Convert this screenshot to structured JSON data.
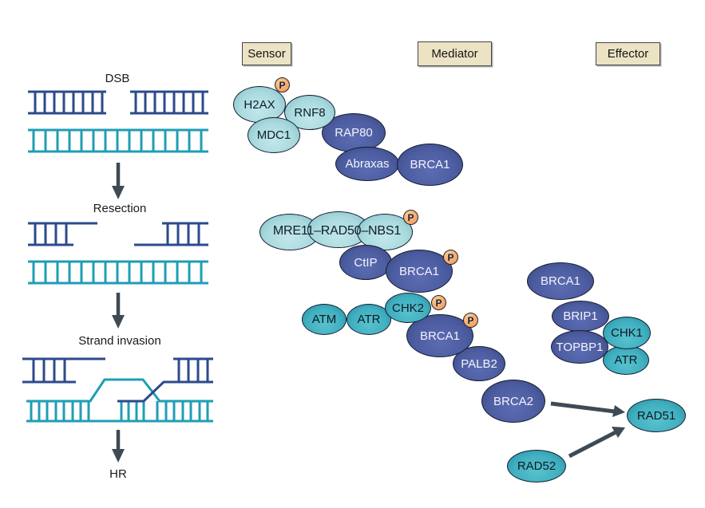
{
  "headers": {
    "sensor": "Sensor",
    "mediator": "Mediator",
    "effector": "Effector"
  },
  "steps": {
    "dsb": "DSB",
    "resection": "Resection",
    "strand_invasion": "Strand invasion",
    "hr": "HR"
  },
  "phospho": {
    "label": "P"
  },
  "proteins": {
    "h2ax": "H2AX",
    "rnf8": "RNF8",
    "mdc1": "MDC1",
    "rap80": "RAP80",
    "abraxas": "Abraxas",
    "brca1_sensor": "BRCA1",
    "mrn": "MRE11–RAD50–NBS1",
    "ctip": "CtIP",
    "brca1_ctip": "BRCA1",
    "chk2": "CHK2",
    "atm": "ATM",
    "atr": "ATR",
    "brca1_palb2": "BRCA1",
    "palb2": "PALB2",
    "brca2": "BRCA2",
    "brca1_effector": "BRCA1",
    "brip1": "BRIP1",
    "topbp1": "TOPBP1",
    "chk1": "CHK1",
    "atr_effector": "ATR",
    "rad51": "RAD51",
    "rad52": "RAD52"
  },
  "palette": {
    "sensor_cyan": "#aadade",
    "kinase_teal": "#41b0c0",
    "mediator_indigo": "#4d5da1",
    "dna_broken_strand": "#2c4a8c",
    "dna_template_strand": "#1f9eb5",
    "phospho_orange": "#f3a96d",
    "header_tan": "#ece3c4",
    "arrow_gray": "#3e4a54"
  }
}
